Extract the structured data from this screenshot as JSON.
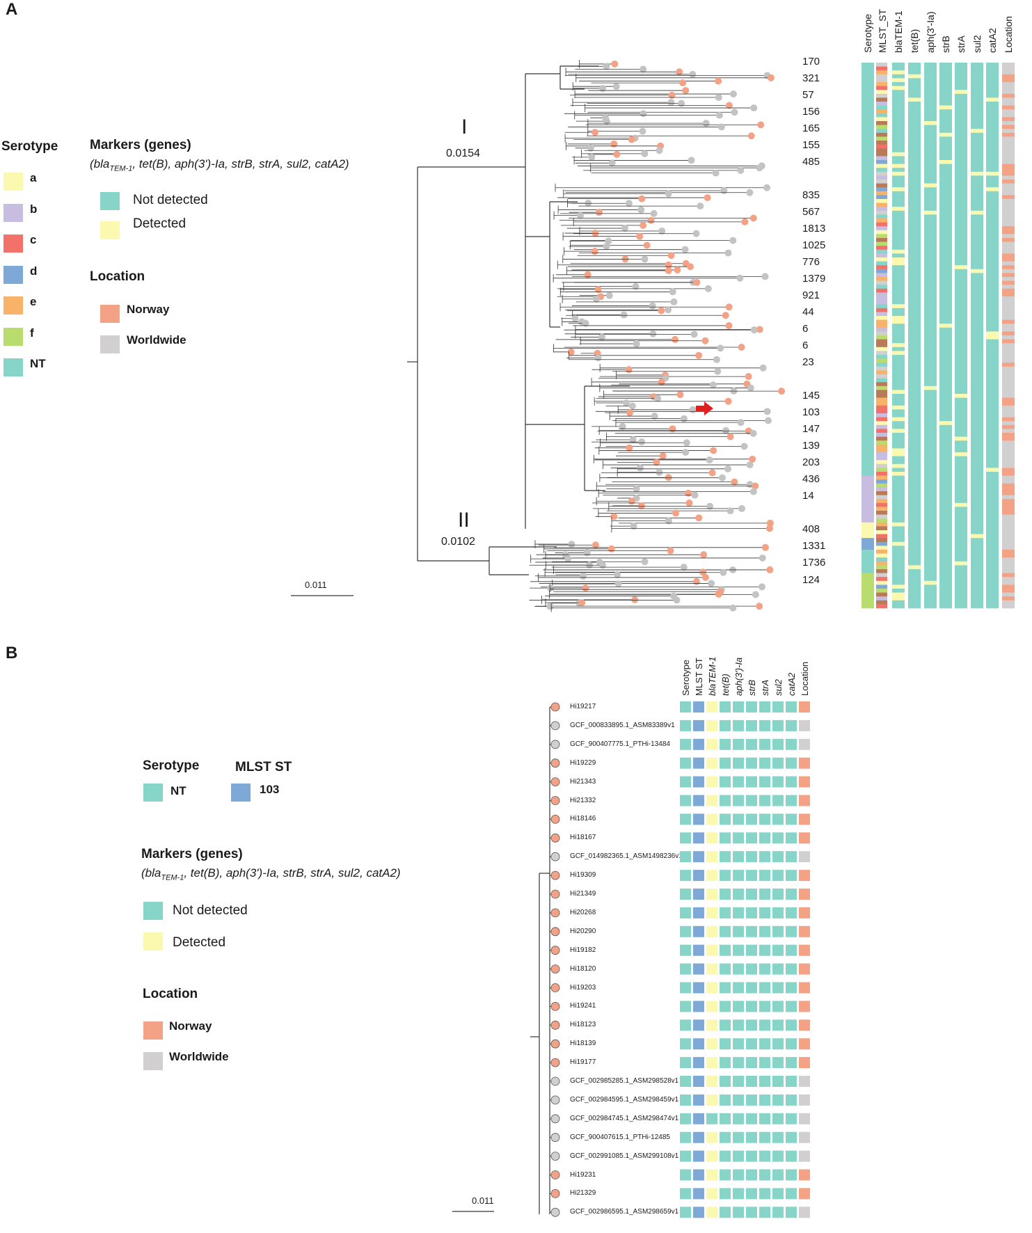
{
  "panel_a": {
    "letter": "A",
    "serotype_legend": {
      "title": "Serotype",
      "items": [
        {
          "label": "a",
          "color": "#fbf9b0"
        },
        {
          "label": "b",
          "color": "#c7bde0"
        },
        {
          "label": "c",
          "color": "#f2726a"
        },
        {
          "label": "d",
          "color": "#7ea9d6"
        },
        {
          "label": "e",
          "color": "#f9b26a"
        },
        {
          "label": "f",
          "color": "#b8dc6e"
        },
        {
          "label": "NT",
          "color": "#86d5c8"
        }
      ]
    },
    "markers_legend": {
      "title": "Markers (genes)",
      "subtitle": "(blaTEM-1, tet(B), aph(3')-Ia, strB, strA, sul2, catA2)",
      "items": [
        {
          "label": "Not detected",
          "color": "#86d5c8"
        },
        {
          "label": "Detected",
          "color": "#fbf9b0"
        }
      ]
    },
    "location_legend": {
      "title": "Location",
      "items": [
        {
          "label": "Norway",
          "color": "#f4a285"
        },
        {
          "label": "Worldwide",
          "color": "#d1cfcf"
        }
      ]
    },
    "clades": [
      {
        "name": "I",
        "value": "0.0154"
      },
      {
        "name": "II",
        "value": "0.0102"
      }
    ],
    "scale_bar": "0.011",
    "st_labels": [
      "170",
      "321",
      "57",
      "156",
      "165",
      "155",
      "485",
      "835",
      "567",
      "1813",
      "1025",
      "776",
      "1379",
      "921",
      "44",
      "6",
      "6",
      "23",
      "145",
      "103",
      "147",
      "139",
      "203",
      "436",
      "14",
      "408",
      "1331",
      "1736",
      "124"
    ],
    "heatmap_columns": [
      "Serotype",
      "MLST_ST",
      "blaTEM-1",
      "tet(B)",
      "aph(3'-Ia)",
      "strB",
      "strA",
      "sul2",
      "catA2",
      "Location"
    ]
  },
  "panel_b": {
    "letter": "B",
    "serotype_legend": {
      "title": "Serotype",
      "label": "NT",
      "color": "#86d5c8"
    },
    "mlst_legend": {
      "title": "MLST ST",
      "label": "103",
      "color": "#7ea9d6"
    },
    "markers_legend": {
      "title": "Markers (genes)",
      "subtitle": "(blaTEM-1, tet(B), aph(3')-Ia, strB, strA, sul2, catA2)",
      "items": [
        {
          "label": "Not detected",
          "color": "#86d5c8"
        },
        {
          "label": "Detected",
          "color": "#fbf9b0"
        }
      ]
    },
    "location_legend": {
      "title": "Location",
      "items": [
        {
          "label": "Norway",
          "color": "#f4a285"
        },
        {
          "label": "Worldwide",
          "color": "#d1cfcf"
        }
      ]
    },
    "scale_bar": "0.011",
    "heatmap_columns": [
      "Serotype",
      "MLST ST",
      "blaTEM-1",
      "tet(B)",
      "aph(3')-Ia",
      "strB",
      "strA",
      "sul2",
      "catA2",
      "Location"
    ],
    "tips": [
      {
        "name": "Hi19217",
        "location": "Norway",
        "bla": true
      },
      {
        "name": "GCF_000833895.1_ASM83389v1",
        "location": "Worldwide",
        "bla": true
      },
      {
        "name": "GCF_900407775.1_PTHi-13484",
        "location": "Worldwide",
        "bla": true
      },
      {
        "name": "Hi19229",
        "location": "Norway",
        "bla": true
      },
      {
        "name": "Hi21343",
        "location": "Norway",
        "bla": true
      },
      {
        "name": "Hi21332",
        "location": "Norway",
        "bla": true
      },
      {
        "name": "Hi18146",
        "location": "Norway",
        "bla": true
      },
      {
        "name": "Hi18167",
        "location": "Norway",
        "bla": true
      },
      {
        "name": "GCF_014982365.1_ASM1498236v1",
        "location": "Worldwide",
        "bla": true
      },
      {
        "name": "Hi19309",
        "location": "Norway",
        "bla": true
      },
      {
        "name": "Hi21349",
        "location": "Norway",
        "bla": true
      },
      {
        "name": "Hi20268",
        "location": "Norway",
        "bla": true
      },
      {
        "name": "Hi20290",
        "location": "Norway",
        "bla": true
      },
      {
        "name": "Hi19182",
        "location": "Norway",
        "bla": true
      },
      {
        "name": "Hi18120",
        "location": "Norway",
        "bla": true
      },
      {
        "name": "Hi19203",
        "location": "Norway",
        "bla": true
      },
      {
        "name": "Hi19241",
        "location": "Norway",
        "bla": true
      },
      {
        "name": "Hi18123",
        "location": "Norway",
        "bla": true
      },
      {
        "name": "Hi18139",
        "location": "Norway",
        "bla": true
      },
      {
        "name": "Hi19177",
        "location": "Norway",
        "bla": true
      },
      {
        "name": "GCF_002985285.1_ASM298528v1",
        "location": "Worldwide",
        "bla": true
      },
      {
        "name": "GCF_002984595.1_ASM298459v1",
        "location": "Worldwide",
        "bla": true
      },
      {
        "name": "GCF_002984745.1_ASM298474v1",
        "location": "Worldwide",
        "bla": false
      },
      {
        "name": "GCF_900407615.1_PTHi-12485",
        "location": "Worldwide",
        "bla": true
      },
      {
        "name": "GCF_002991085.1_ASM299108v1",
        "location": "Worldwide",
        "bla": true
      },
      {
        "name": "Hi19231",
        "location": "Norway",
        "bla": true
      },
      {
        "name": "Hi21329",
        "location": "Norway",
        "bla": true
      },
      {
        "name": "GCF_002986595.1_ASM298659v1",
        "location": "Worldwide",
        "bla": true
      }
    ]
  }
}
